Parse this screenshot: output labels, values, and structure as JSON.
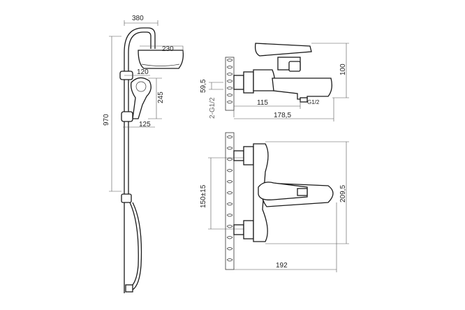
{
  "shower_set": {
    "dims": {
      "top_width": "380",
      "head_width": "230",
      "hand_shower": "120",
      "hand_length": "245",
      "total_height": "970",
      "bracket": "125"
    }
  },
  "mixer_side": {
    "dims": {
      "center_height": "59,5",
      "total_height": "100",
      "spout_reach": "115",
      "total_depth": "178,5",
      "thread": "2-G1/2",
      "outlet_thread": "G1/2"
    }
  },
  "mixer_top": {
    "dims": {
      "center_distance": "150±15",
      "width": "209,5",
      "depth": "192"
    }
  }
}
